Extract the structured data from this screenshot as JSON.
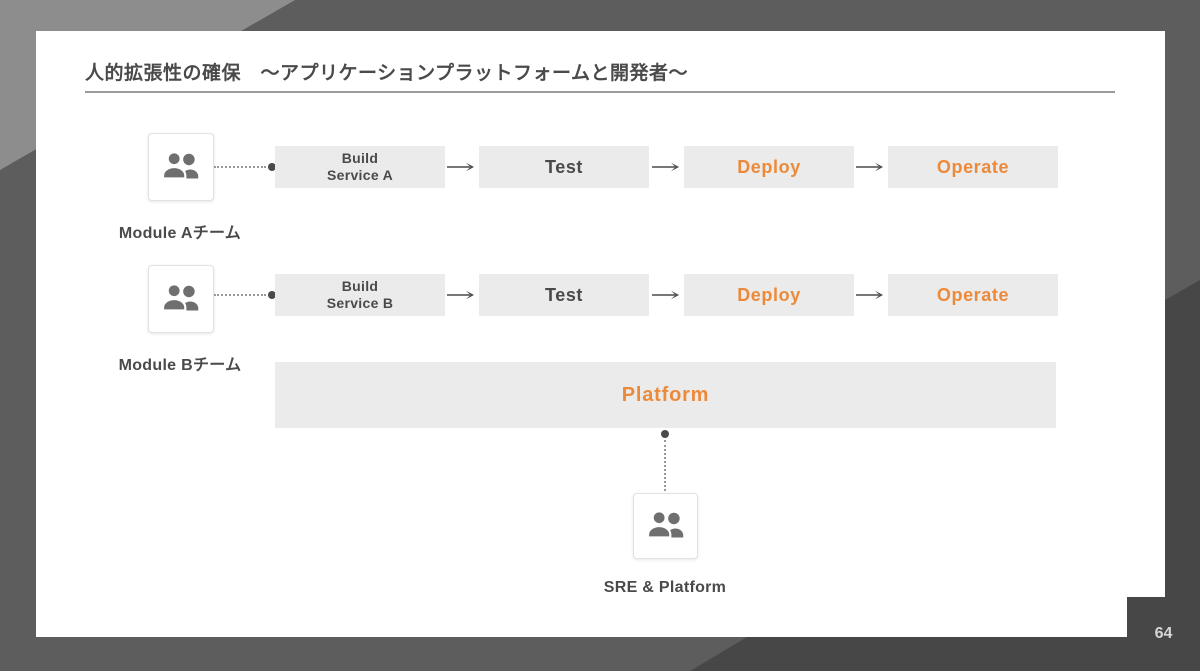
{
  "title": "人的拡張性の確保　～アプリケーションプラットフォームと開発者～",
  "page_number": "64",
  "pipeline_a": {
    "team_label": "Module Aチーム",
    "build_line1": "Build",
    "build_line2": "Service A",
    "test_label": "Test",
    "deploy_label": "Deploy",
    "operate_label": "Operate"
  },
  "pipeline_b": {
    "team_label": "Module Bチーム",
    "build_line1": "Build",
    "build_line2": "Service B",
    "test_label": "Test",
    "deploy_label": "Deploy",
    "operate_label": "Operate"
  },
  "platform": {
    "label": "Platform"
  },
  "sre": {
    "label": "SRE & Platform"
  },
  "icons": {
    "team": "team-icon",
    "flow_arrow": "flow-arrow-icon"
  },
  "colors": {
    "accent_orange": "#ec8a3a",
    "dark_text": "#4a4a4a",
    "stage_bg": "#ebebeb",
    "bg_medium": "#5d5d5d",
    "bg_light": "#8d8d8d",
    "bg_dark": "#474747",
    "icon_gray": "#6f6f6f"
  }
}
